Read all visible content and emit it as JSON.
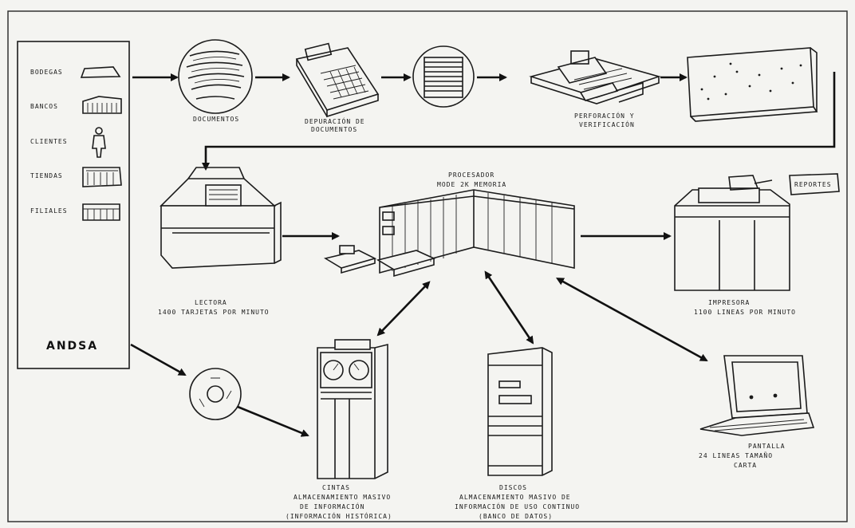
{
  "sources": {
    "items": [
      {
        "id": "bodegas",
        "label": "BODEGAS"
      },
      {
        "id": "bancos",
        "label": "BANCOS"
      },
      {
        "id": "clientes",
        "label": "CLIENTES"
      },
      {
        "id": "tiendas",
        "label": "TIENDAS"
      },
      {
        "id": "filiales",
        "label": "FILIALES"
      }
    ],
    "company": "ANDSA"
  },
  "nodes": {
    "documentos": {
      "line1": "DOCUMENTOS"
    },
    "depuracion": {
      "line1": "DEPURACIÓN DE",
      "line2": "DOCUMENTOS"
    },
    "perforacion": {
      "line1": "PERFORACIÓN Y",
      "line2": "VERIFICACIÓN"
    },
    "procesador": {
      "line1": "PROCESADOR",
      "line2": "MODE 2K MEMORIA"
    },
    "reportes": {
      "line1": "REPORTES"
    },
    "lectora": {
      "line1": "LECTORA",
      "line2": "1400 TARJETAS POR MINUTO"
    },
    "impresora": {
      "line1": "IMPRESORA",
      "line2": "1100 LINEAS POR MINUTO"
    },
    "cintas": {
      "line1": "CINTAS",
      "line2": "ALMACENAMIENTO MASIVO",
      "line3": "DE INFORMACIÓN",
      "line4": "(INFORMACIÓN HISTÓRICA)"
    },
    "discos": {
      "line1": "DISCOS",
      "line2": "ALMACENAMIENTO MASIVO DE",
      "line3": "INFORMACIÓN DE USO CONTINUO",
      "line4": "(BANCO DE DATOS)"
    },
    "pantalla": {
      "line1": "PANTALLA",
      "line2": "24 LINEAS TAMAÑO",
      "line3": "CARTA"
    }
  }
}
